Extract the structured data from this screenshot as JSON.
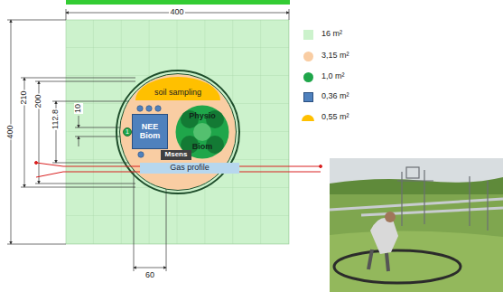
{
  "diagram": {
    "nodes": [
      {
        "text": [
          "soil sampling"
        ]
      },
      {
        "text": [
          "NEE Biom"
        ]
      },
      {
        "text": [
          "Physio",
          "Biom"
        ]
      },
      {
        "text": [
          "1"
        ]
      },
      {
        "text": [
          "Msens"
        ]
      },
      {
        "text": [
          "Gas profile"
        ]
      }
    ],
    "labels": [
      "400",
      "400",
      "210",
      "200",
      "112.8",
      "10",
      "60"
    ],
    "legend": [
      {
        "text": "16 m²",
        "color": "#ccf2cc"
      },
      {
        "text": "3,15 m²",
        "color": "#f9cda3"
      },
      {
        "text": "1,0 m²",
        "color": "#1fa64a"
      },
      {
        "text": "0,36 m²",
        "color": "#4f81bd"
      },
      {
        "text": "0,55 m²",
        "color": "#ffc000"
      }
    ]
  }
}
